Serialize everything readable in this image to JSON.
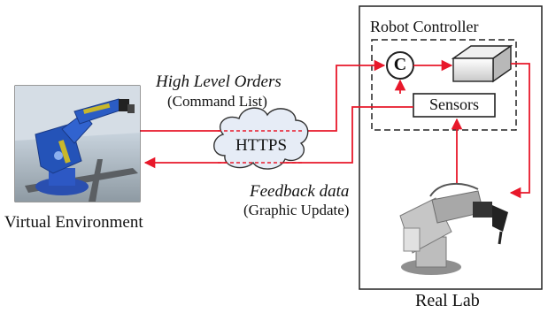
{
  "robot_controller": {
    "title": "Robot Controller",
    "controller_symbol": "C",
    "sensors_label": "Sensors"
  },
  "cloud": {
    "label": "HTTPS"
  },
  "orders": {
    "title": "High Level Orders",
    "subtitle": "(Command List)"
  },
  "feedback": {
    "title": "Feedback data",
    "subtitle": "(Graphic Update)"
  },
  "virtual_env": {
    "label": "Virtual Environment"
  },
  "real_lab": {
    "label": "Real Lab"
  },
  "colors": {
    "arrow": "#e8182a",
    "robot_blue": "#2453b8",
    "robot_gray": "#a9a9a9",
    "box_border": "#222222"
  }
}
